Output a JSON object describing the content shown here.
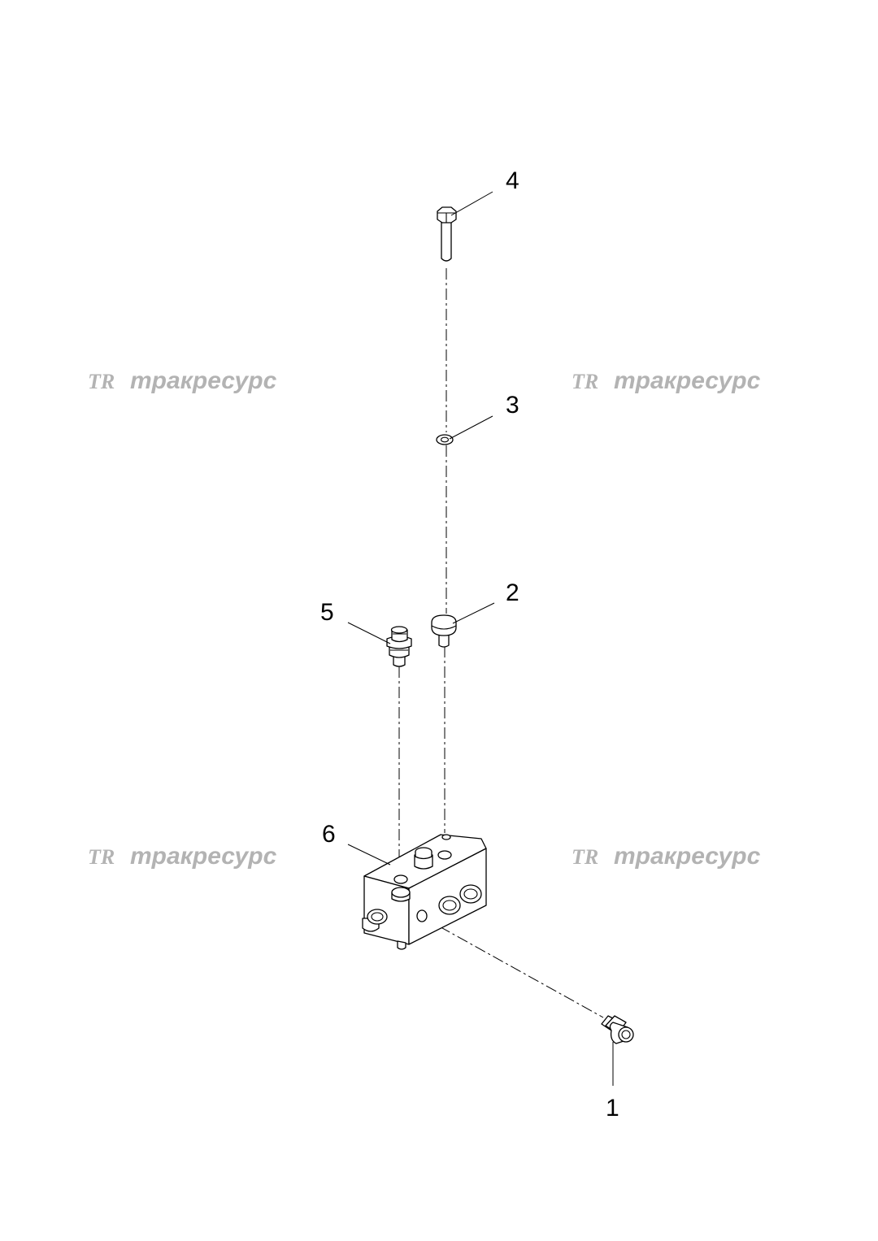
{
  "watermark": {
    "logo_text": "TR",
    "brand_text": "тракресурс"
  },
  "callouts": {
    "c1": "1",
    "c2": "2",
    "c3": "3",
    "c4": "4",
    "c5": "5",
    "c6": "6"
  },
  "colors": {
    "line": "#000000",
    "watermark": "#b3b3b3",
    "background": "#ffffff"
  }
}
